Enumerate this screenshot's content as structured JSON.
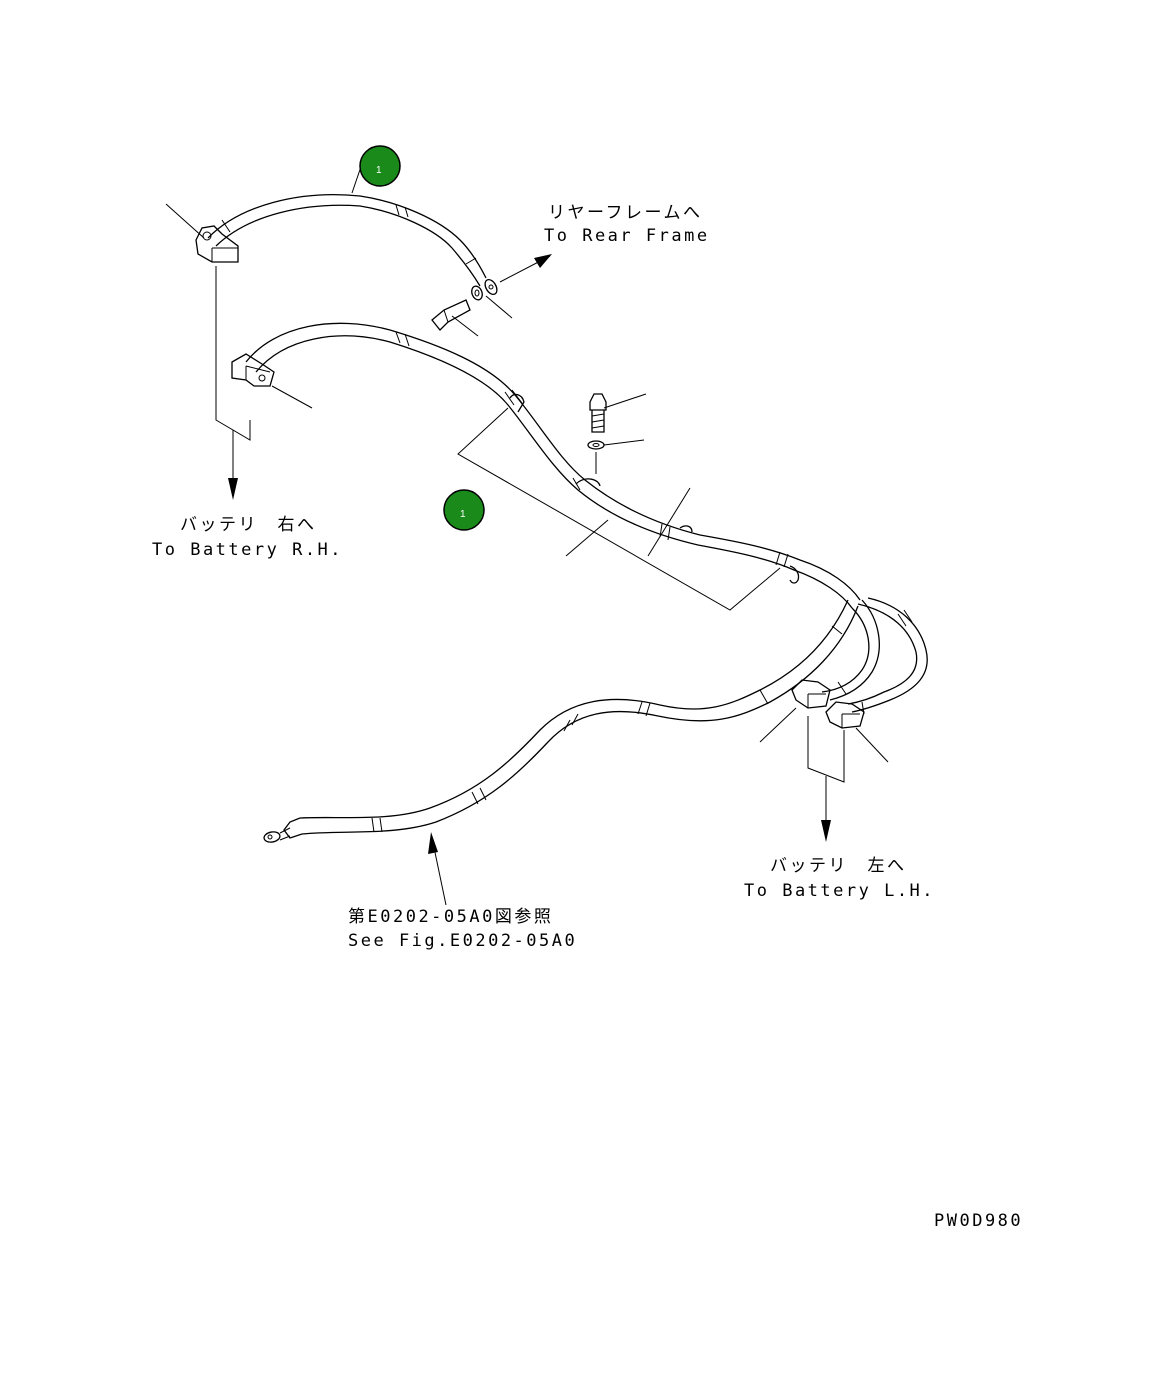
{
  "callouts": [
    {
      "number": "1",
      "color": "#1a8a1a"
    },
    {
      "number": "1",
      "color": "#1a8a1a"
    }
  ],
  "labels": {
    "rear_frame_jp": "リヤーフレームへ",
    "rear_frame_en": "To Rear Frame",
    "battery_rh_jp": "バッテリ　右へ",
    "battery_rh_en": "To Battery R.H.",
    "battery_lh_jp": "バッテリ　左へ",
    "battery_lh_en": "To Battery L.H.",
    "see_fig_jp": "第E0202-05A0図参照",
    "see_fig_en": "See Fig.E0202-05A0",
    "drawing_code": "PW0D980"
  }
}
